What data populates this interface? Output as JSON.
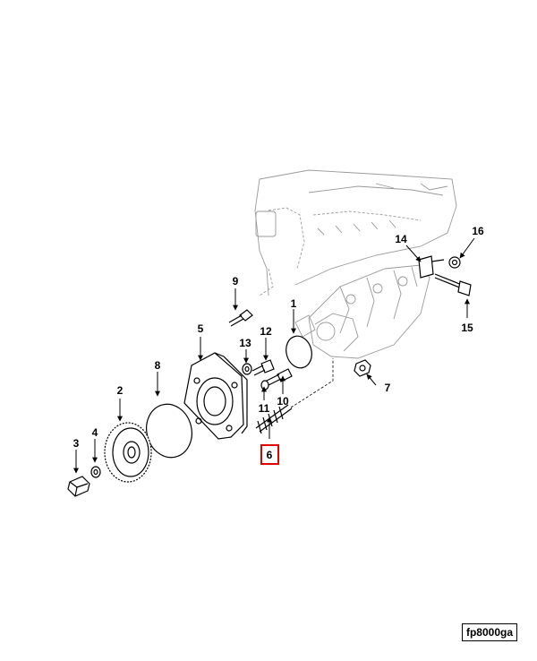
{
  "callouts": {
    "c1": "1",
    "c2": "2",
    "c3": "3",
    "c4": "4",
    "c5": "5",
    "c6": "6",
    "c7": "7",
    "c8": "8",
    "c9": "9",
    "c10": "10",
    "c11": "11",
    "c12": "12",
    "c13": "13",
    "c14": "14",
    "c15": "15",
    "c16": "16"
  },
  "highlighted_callout": "6",
  "reference_code": "fp8000ga",
  "colors": {
    "highlight": "#e00000",
    "ghost_engine": "#9a9a9a",
    "ink": "#000000"
  }
}
